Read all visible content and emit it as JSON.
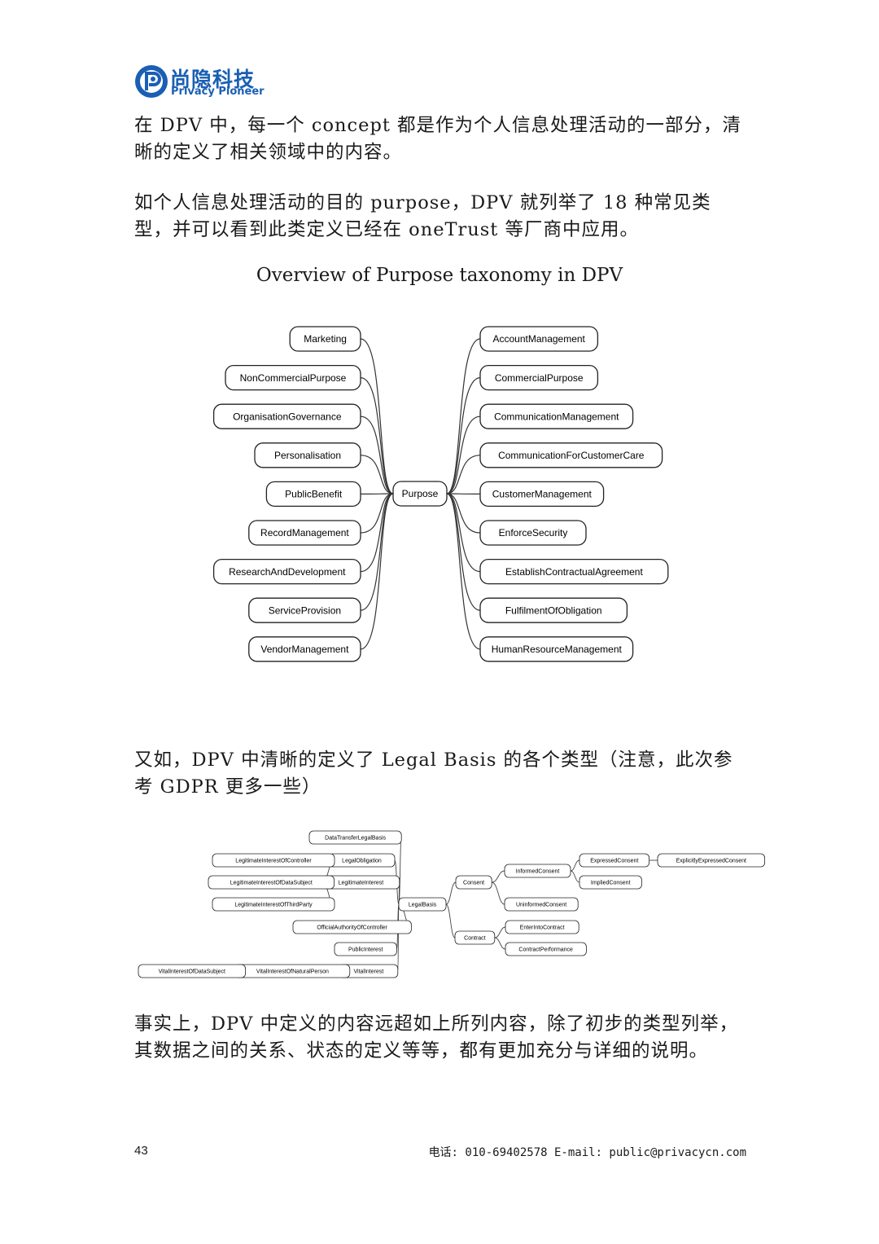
{
  "header": {
    "logo_cn": "尚隐科技",
    "logo_en": "Privacy Pioneer",
    "brand_color": "#1a5fb4"
  },
  "paragraphs": [
    "在 DPV 中，每一个 concept 都是作为个人信息处理活动的一部分，清晰的定义了相关领域中的内容。",
    "如个人信息处理活动的目的 purpose，DPV 就列举了 18 种常见类型，并可以看到此类定义已经在 oneTrust 等厂商中应用。",
    "又如，DPV 中清晰的定义了 Legal Basis 的各个类型（注意，此次参考 GDPR 更多一些）",
    "事实上，DPV 中定义的内容远超如上所列内容，除了初步的类型列举，其数据之间的关系、状态的定义等等，都有更加充分与详细的说明。"
  ],
  "purpose_diagram": {
    "title": "Overview of Purpose taxonomy in DPV",
    "root": "Purpose",
    "left": [
      "Marketing",
      "NonCommercialPurpose",
      "OrganisationGovernance",
      "Personalisation",
      "PublicBenefit",
      "RecordManagement",
      "ResearchAndDevelopment",
      "ServiceProvision",
      "VendorManagement"
    ],
    "right": [
      "AccountManagement",
      "CommercialPurpose",
      "CommunicationManagement",
      "CommunicationForCustomerCare",
      "CustomerManagement",
      "EnforceSecurity",
      "EstablishContractualAgreement",
      "FulfilmentOfObligation",
      "HumanResourceManagement"
    ]
  },
  "legal_basis_diagram": {
    "root": "LegalBasis",
    "nodes": {
      "dtlb": "DataTransferLegalBasis",
      "lo": "LegalObligation",
      "li": "LegitimateInterest",
      "lic": "LegitimateInterestOfController",
      "lids": "LegitimateInterestOfDataSubject",
      "litp": "LegitimateInterestOfThirdParty",
      "oac": "OfficialAuthorityOfController",
      "pi": "PublicInterest",
      "vi": "VitalInterest",
      "vinp": "VitalInterestOfNaturalPerson",
      "vids": "VitalInterestOfDataSubject",
      "consent": "Consent",
      "ic": "InformedConsent",
      "ec": "ExpressedConsent",
      "eec": "ExplicitlyExpressedConsent",
      "imc": "ImpliedConsent",
      "uc": "UninformedConsent",
      "contract": "Contract",
      "eic": "EnterIntoContract",
      "cp": "ContractPerformance"
    }
  },
  "footer": {
    "page": "43",
    "contact": "电话: 010-69402578  E-mail: public@privacycn.com"
  }
}
